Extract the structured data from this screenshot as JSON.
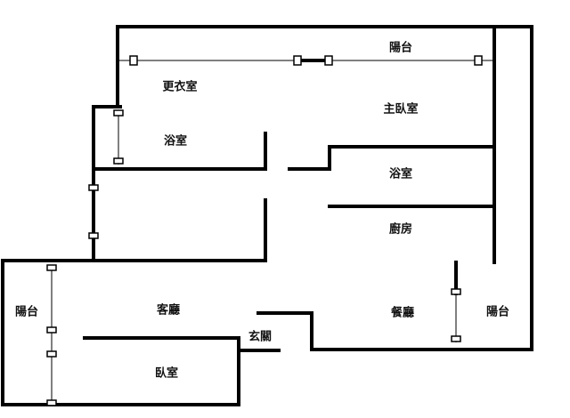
{
  "title": "Floor plan",
  "rooms": {
    "balcony_top": "陽台",
    "walk_in_closet": "更衣室",
    "master_bedroom": "主臥室",
    "bathroom_left": "浴室",
    "bathroom_right": "浴室",
    "kitchen": "廚房",
    "balcony_left": "陽台",
    "living_room": "客廳",
    "dining_room": "餐廳",
    "balcony_right": "陽台",
    "entrance": "玄關",
    "bedroom": "臥室"
  }
}
